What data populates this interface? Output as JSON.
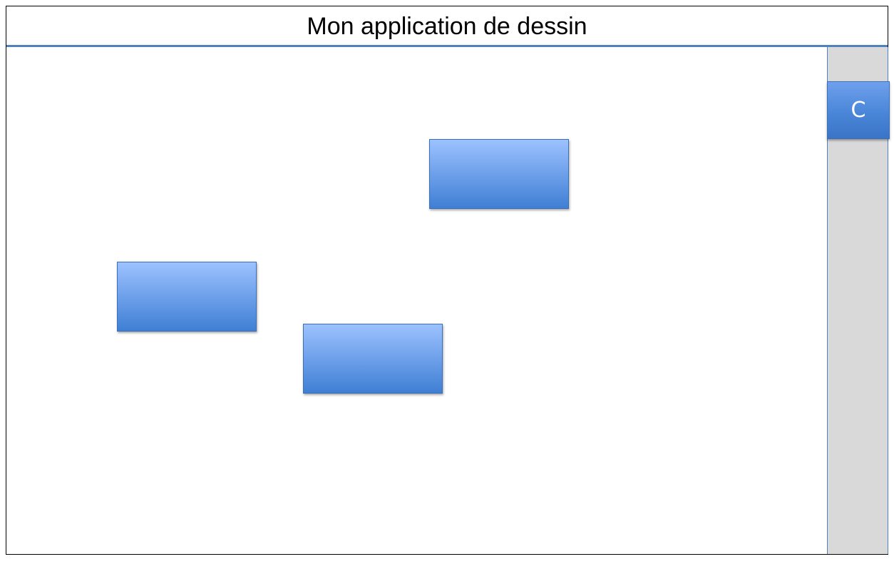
{
  "window": {
    "title": "Mon application de dessin"
  },
  "canvas": {
    "shapes": [
      {
        "type": "rectangle",
        "color": "#5b93e0"
      },
      {
        "type": "rectangle",
        "color": "#5b93e0"
      },
      {
        "type": "rectangle",
        "color": "#5b93e0"
      }
    ]
  },
  "sidebar": {
    "tool_button_label": "C"
  },
  "colors": {
    "accent": "#4f81bd",
    "shape_fill": "#5b93e0",
    "sidebar_bg": "#d9d9d9"
  }
}
